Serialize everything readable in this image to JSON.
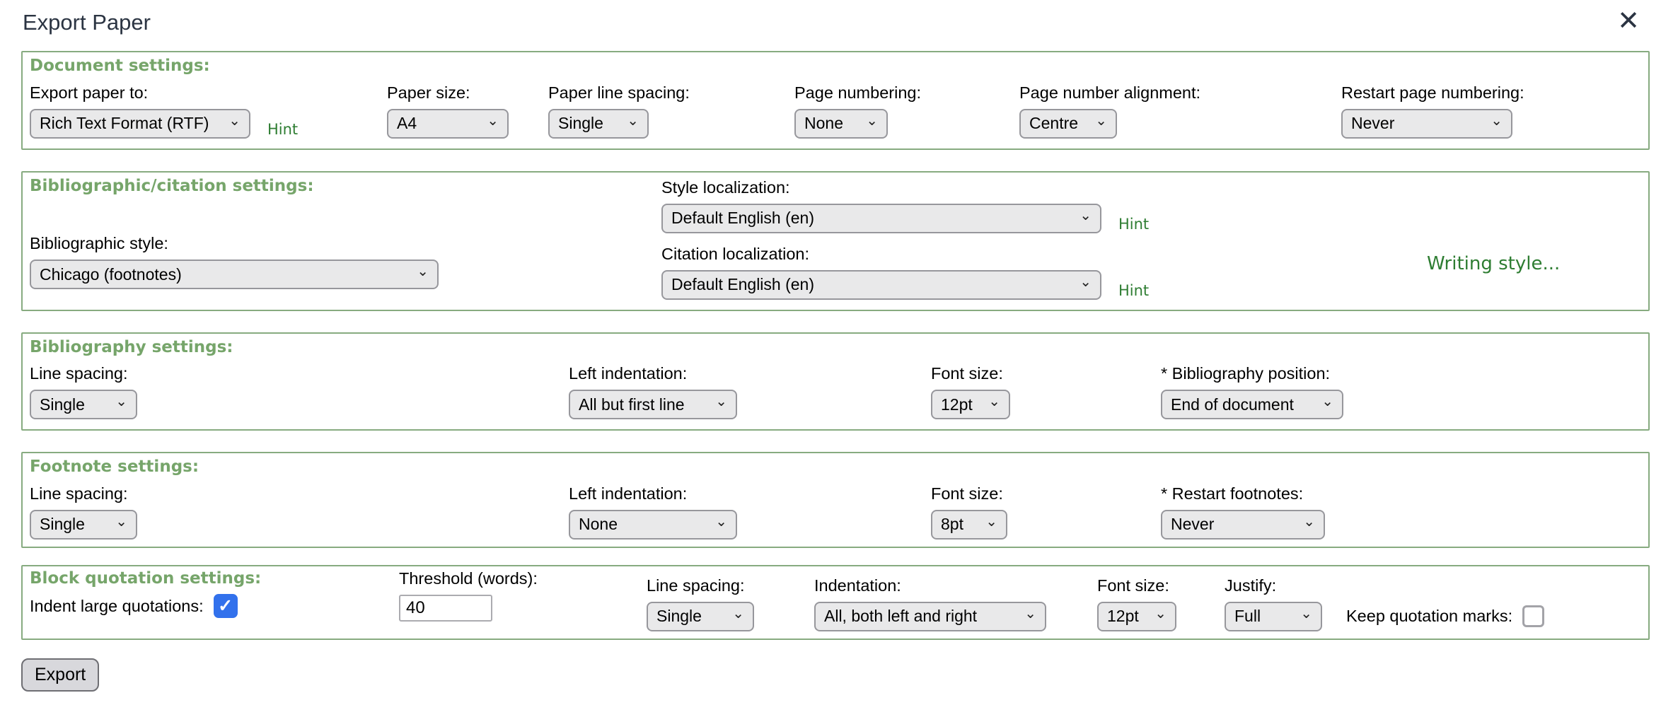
{
  "title": "Export Paper",
  "icons": {
    "chevron_down": "⌄",
    "close": "✕",
    "check": "✓"
  },
  "colors": {
    "accent_green": "#76a56a",
    "border_green": "#87ab80",
    "link_green": "#2e7d32",
    "checkbox_blue": "#3271ec",
    "title_dark": "#2b3442"
  },
  "document": {
    "heading": "Document settings:",
    "export_to_label": "Export paper to:",
    "export_to_value": "Rich Text Format (RTF)",
    "export_to_hint": "Hint",
    "paper_size_label": "Paper size:",
    "paper_size_value": "A4",
    "line_spacing_label": "Paper line spacing:",
    "line_spacing_value": "Single",
    "page_numbering_label": "Page numbering:",
    "page_numbering_value": "None",
    "page_alignment_label": "Page number alignment:",
    "page_alignment_value": "Centre",
    "restart_numbering_label": "Restart page numbering:",
    "restart_numbering_value": "Never"
  },
  "bibliographic": {
    "heading": "Bibliographic/citation settings:",
    "style_label": "Bibliographic style:",
    "style_value": "Chicago (footnotes)",
    "style_loc_label": "Style localization:",
    "style_loc_value": "Default English (en)",
    "style_loc_hint": "Hint",
    "citation_loc_label": "Citation localization:",
    "citation_loc_value": "Default English (en)",
    "citation_loc_hint": "Hint",
    "writing_style_link": "Writing style..."
  },
  "bibliography": {
    "heading": "Bibliography settings:",
    "line_spacing_label": "Line spacing:",
    "line_spacing_value": "Single",
    "left_indent_label": "Left indentation:",
    "left_indent_value": "All but first line",
    "font_size_label": "Font size:",
    "font_size_value": "12pt",
    "position_label": "* Bibliography position:",
    "position_value": "End of document"
  },
  "footnote": {
    "heading": "Footnote settings:",
    "line_spacing_label": "Line spacing:",
    "line_spacing_value": "Single",
    "left_indent_label": "Left indentation:",
    "left_indent_value": "None",
    "font_size_label": "Font size:",
    "font_size_value": "8pt",
    "restart_label": "* Restart footnotes:",
    "restart_value": "Never"
  },
  "block_quotation": {
    "heading": "Block quotation settings:",
    "indent_label": "Indent large quotations:",
    "indent_checked": true,
    "threshold_label": "Threshold (words):",
    "threshold_value": "40",
    "line_spacing_label": "Line spacing:",
    "line_spacing_value": "Single",
    "indentation_label": "Indentation:",
    "indentation_value": "All, both left and right",
    "font_size_label": "Font size:",
    "font_size_value": "12pt",
    "justify_label": "Justify:",
    "justify_value": "Full",
    "keep_marks_label": "Keep quotation marks:",
    "keep_marks_checked": false
  },
  "export_button_label": "Export"
}
